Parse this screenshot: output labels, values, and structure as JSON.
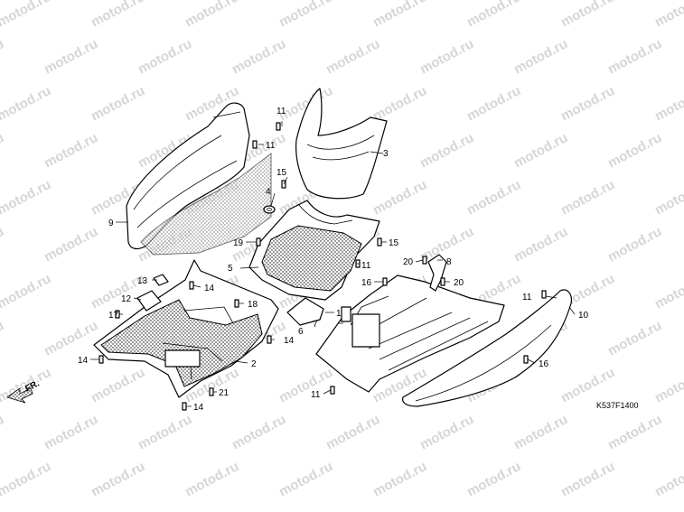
{
  "watermark": {
    "text": "motod.ru",
    "color": "#d6d6d6"
  },
  "diagram_code": "K537F1400",
  "orientation_label": "FR.",
  "callouts": {
    "c1": "1",
    "c2": "2",
    "c3": "3",
    "c4": "4",
    "c5": "5",
    "c6": "6",
    "c7": "7",
    "c8": "8",
    "c9": "9",
    "c10": "10",
    "c11a": "11",
    "c11b": "11",
    "c11c": "11",
    "c11d": "11",
    "c11e": "11",
    "c12": "12",
    "c13": "13",
    "c14a": "14",
    "c14b": "14",
    "c14c": "14",
    "c14d": "14",
    "c15a": "15",
    "c15b": "15",
    "c16a": "16",
    "c16b": "16",
    "c17": "17",
    "c18": "18",
    "c19": "19",
    "c20a": "20",
    "c20b": "20",
    "c21": "21"
  },
  "colors": {
    "line": "#000000",
    "background": "#ffffff"
  }
}
